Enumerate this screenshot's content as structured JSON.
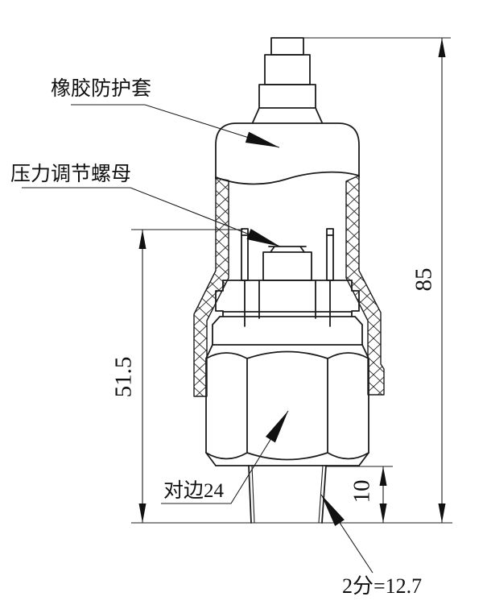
{
  "drawing": {
    "labels": {
      "rubber_boot": "橡胶防护套",
      "adjust_nut": "压力调节螺母",
      "across_flats": "对边24",
      "thread_size": "2分=12.7"
    },
    "dimensions": {
      "overall_height": "85",
      "upper_height": "51.5",
      "thread_length": "10"
    },
    "colors": {
      "line": "#1c1c1c",
      "background": "#ffffff"
    }
  }
}
